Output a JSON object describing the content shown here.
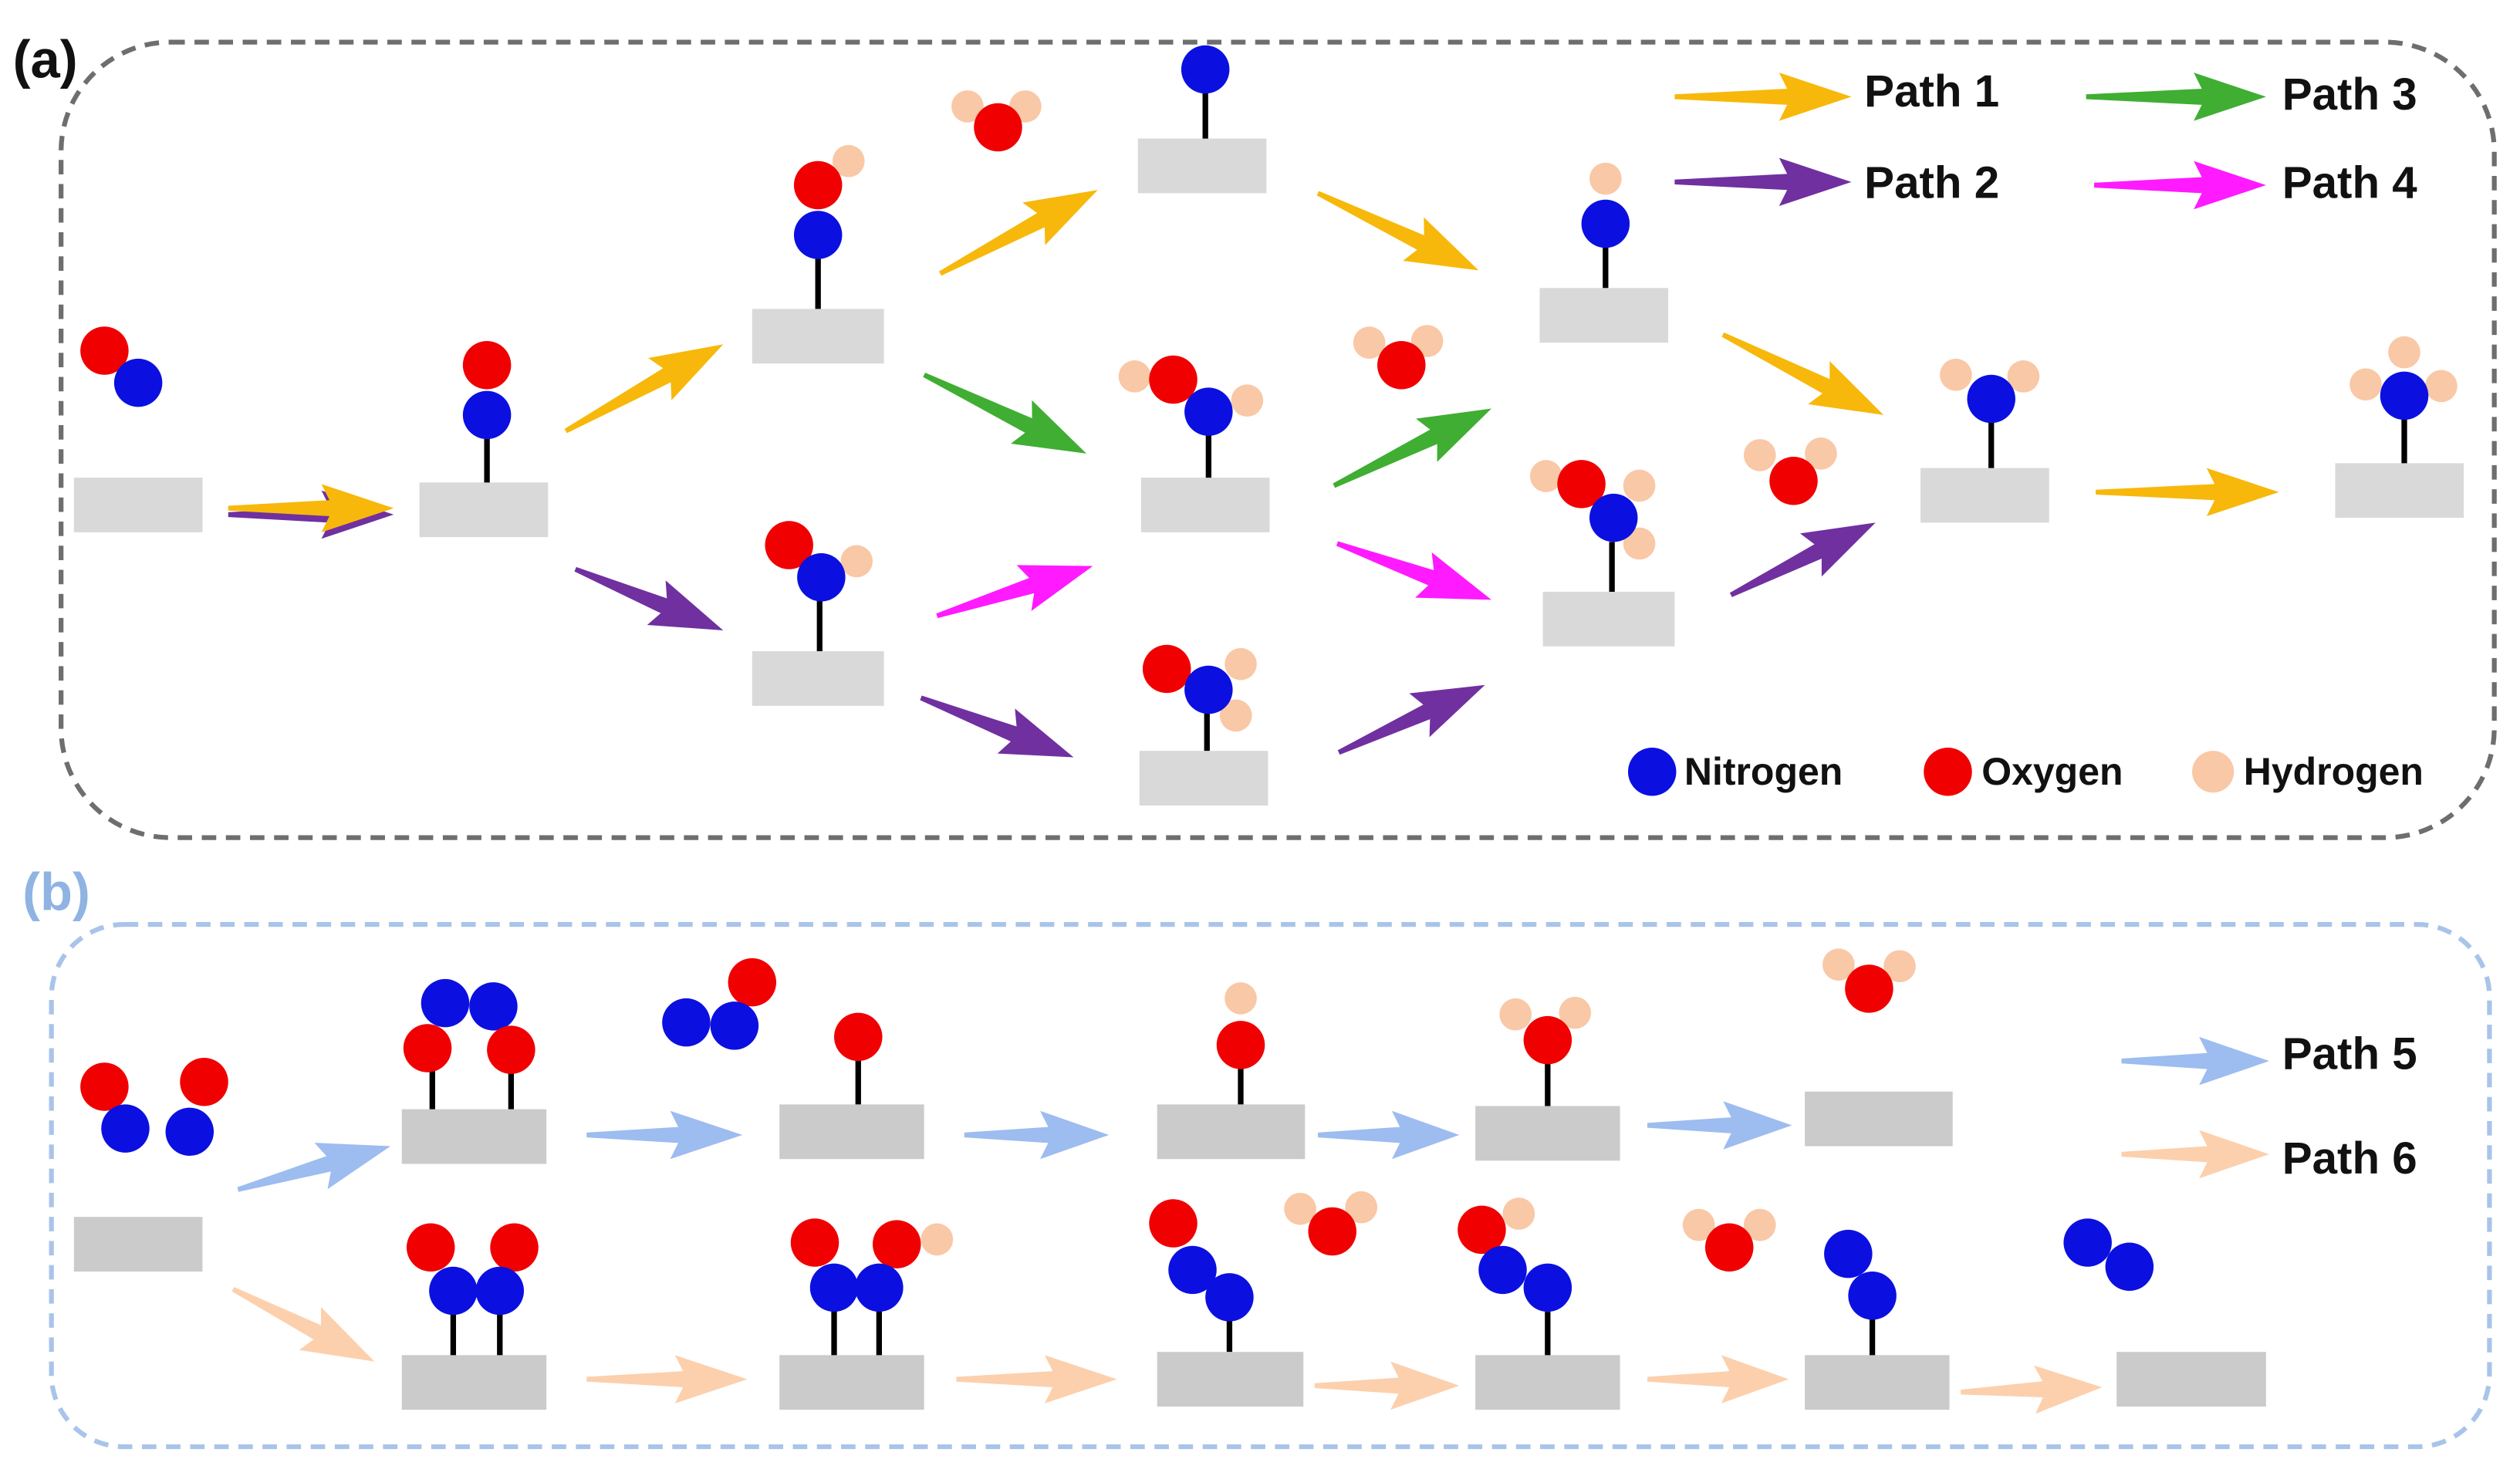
{
  "panels": {
    "a": {
      "label": "(a)",
      "label_color": "#111111",
      "border_color": "#6e6e6e"
    },
    "b": {
      "label": "(b)",
      "label_color": "#8fb4e3",
      "border_color": "#a9c4ea"
    }
  },
  "colors": {
    "nitrogen": "#0b10e0",
    "oxygen": "#f00000",
    "hydrogen": "#f9c8a6",
    "surface": "#d9d9d9",
    "surface_b": "#cbcbcb",
    "bond": "#000000",
    "path1": "#f7b80b",
    "path2": "#7030a0",
    "path3": "#3fae32",
    "path4": "#ff1aff",
    "path5": "#9dbcf0",
    "path6": "#fcd0ad"
  },
  "legend_paths": [
    {
      "id": "path1",
      "label": "Path 1"
    },
    {
      "id": "path2",
      "label": "Path 2"
    },
    {
      "id": "path3",
      "label": "Path 3"
    },
    {
      "id": "path4",
      "label": "Path 4"
    },
    {
      "id": "path5",
      "label": "Path 5"
    },
    {
      "id": "path6",
      "label": "Path 6"
    }
  ],
  "legend_atoms": [
    {
      "id": "nitrogen",
      "label": "Nitrogen"
    },
    {
      "id": "oxygen",
      "label": "Oxygen"
    },
    {
      "id": "hydrogen",
      "label": "Hydrogen"
    }
  ]
}
